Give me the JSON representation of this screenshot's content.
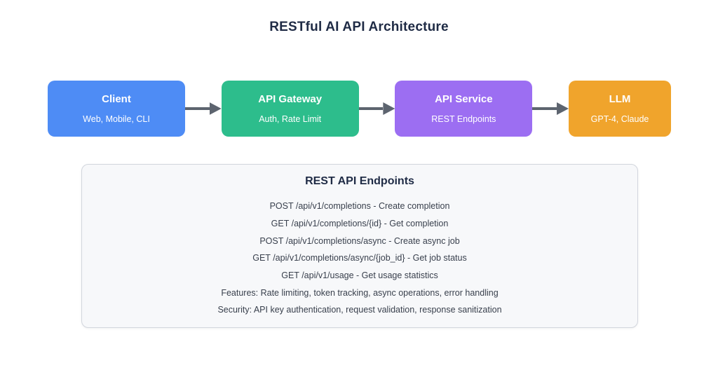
{
  "title": "RESTful AI API Architecture",
  "colors": {
    "heading_text": "#1f2b45",
    "body_text": "#39404d",
    "arrow": "#5d646f",
    "panel_bg": "#f7f8fa",
    "panel_border": "#d2d6dd",
    "node_client": "#4e8cf5",
    "node_gateway": "#2dbd8c",
    "node_service": "#9c6ef2",
    "node_llm": "#f0a42c"
  },
  "flow": {
    "nodes": [
      {
        "label": "Client",
        "sublabel": "Web, Mobile, CLI",
        "color": "#4e8cf5"
      },
      {
        "label": "API Gateway",
        "sublabel": "Auth, Rate Limit",
        "color": "#2dbd8c"
      },
      {
        "label": "API Service",
        "sublabel": "REST Endpoints",
        "color": "#9c6ef2"
      },
      {
        "label": "LLM",
        "sublabel": "GPT-4, Claude",
        "color": "#f0a42c"
      }
    ]
  },
  "panel": {
    "title": "REST API Endpoints",
    "lines": [
      "POST /api/v1/completions - Create completion",
      "GET /api/v1/completions/{id} - Get completion",
      "POST /api/v1/completions/async - Create async job",
      "GET /api/v1/completions/async/{job_id} - Get job status",
      "GET /api/v1/usage - Get usage statistics",
      "Features: Rate limiting, token tracking, async operations, error handling",
      "Security: API key authentication, request validation, response sanitization"
    ]
  }
}
